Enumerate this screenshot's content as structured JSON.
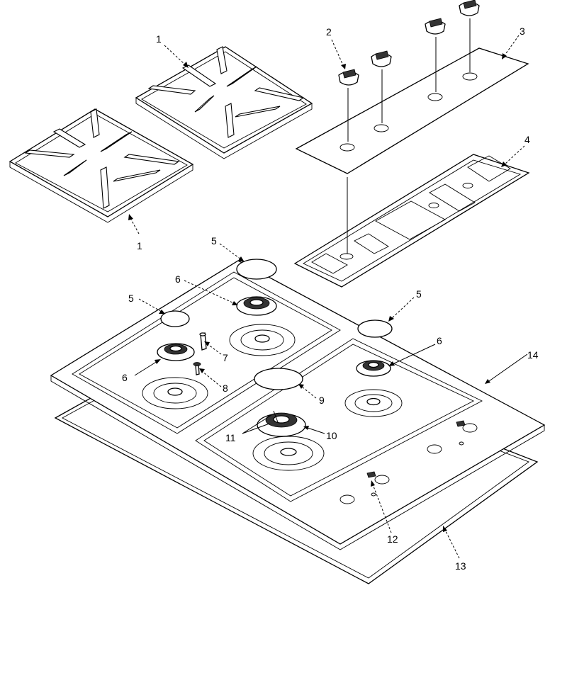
{
  "diagram": {
    "labels": {
      "grate_top": "1",
      "grate_bottom": "1",
      "knob": "2",
      "control_panel": "3",
      "panel_gasket": "4",
      "burner_cap_top": "5",
      "burner_cap_left": "5",
      "burner_cap_right": "5",
      "burner_head_top": "6",
      "burner_head_left": "6",
      "burner_head_right": "6",
      "igniter": "7",
      "screw": "8",
      "burner_cap_center": "9",
      "burner_base_center": "10",
      "burner_parts_center": "11",
      "screw_front": "12",
      "cooktop_gasket": "13",
      "cooktop": "14"
    }
  }
}
